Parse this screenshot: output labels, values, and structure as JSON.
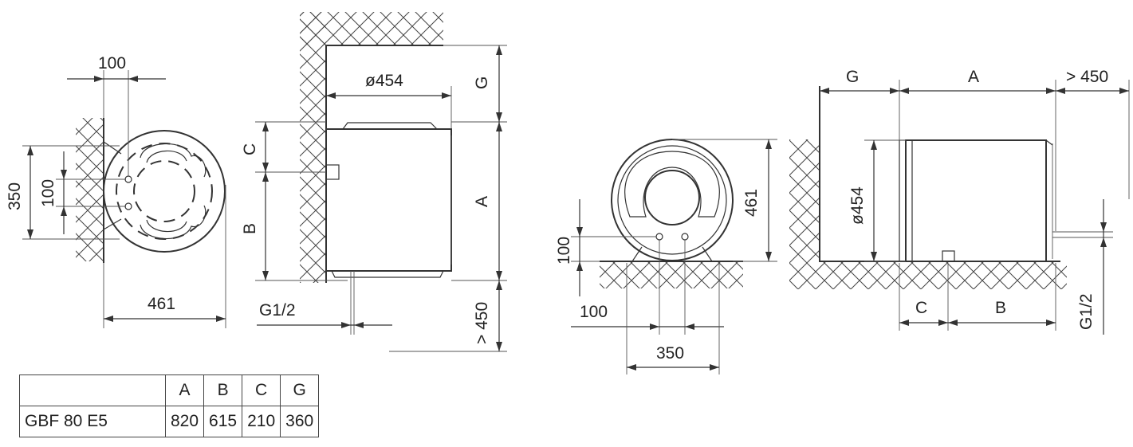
{
  "dims": {
    "d100": "100",
    "d350": "350",
    "d461": "461",
    "d454": "ø454",
    "G": "G",
    "A": "A",
    "B": "B",
    "C": "C",
    "g12": "G1/2",
    "gt450": "> 450"
  },
  "table": {
    "headers": [
      "A",
      "B",
      "C",
      "G"
    ],
    "model": "GBF 80 E5",
    "values": [
      "820",
      "615",
      "210",
      "360"
    ]
  }
}
